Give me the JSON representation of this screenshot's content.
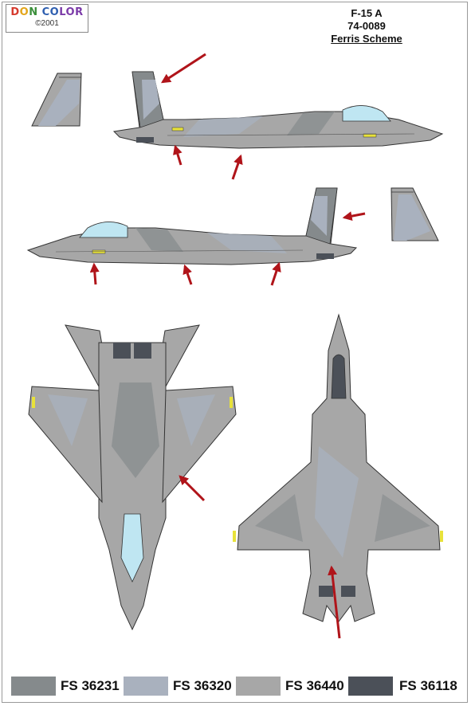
{
  "logo": {
    "brand": "DON COLOR",
    "copyright": "©2001"
  },
  "header": {
    "model": "F-15 A",
    "serial": "74-0089",
    "scheme": "Ferris Scheme"
  },
  "legend": [
    {
      "code": "FS 36231",
      "color": "#858a8c"
    },
    {
      "code": "FS 36320",
      "color": "#a9b1be"
    },
    {
      "code": "FS 36440",
      "color": "#a7a7a7"
    },
    {
      "code": "FS 36118",
      "color": "#4b5058"
    }
  ],
  "colors": {
    "arrow": "#b0141a",
    "dark": "#858a8c",
    "light": "#a9b1be",
    "canopy": "#bfe6f2",
    "yellow": "#e8e23a"
  }
}
